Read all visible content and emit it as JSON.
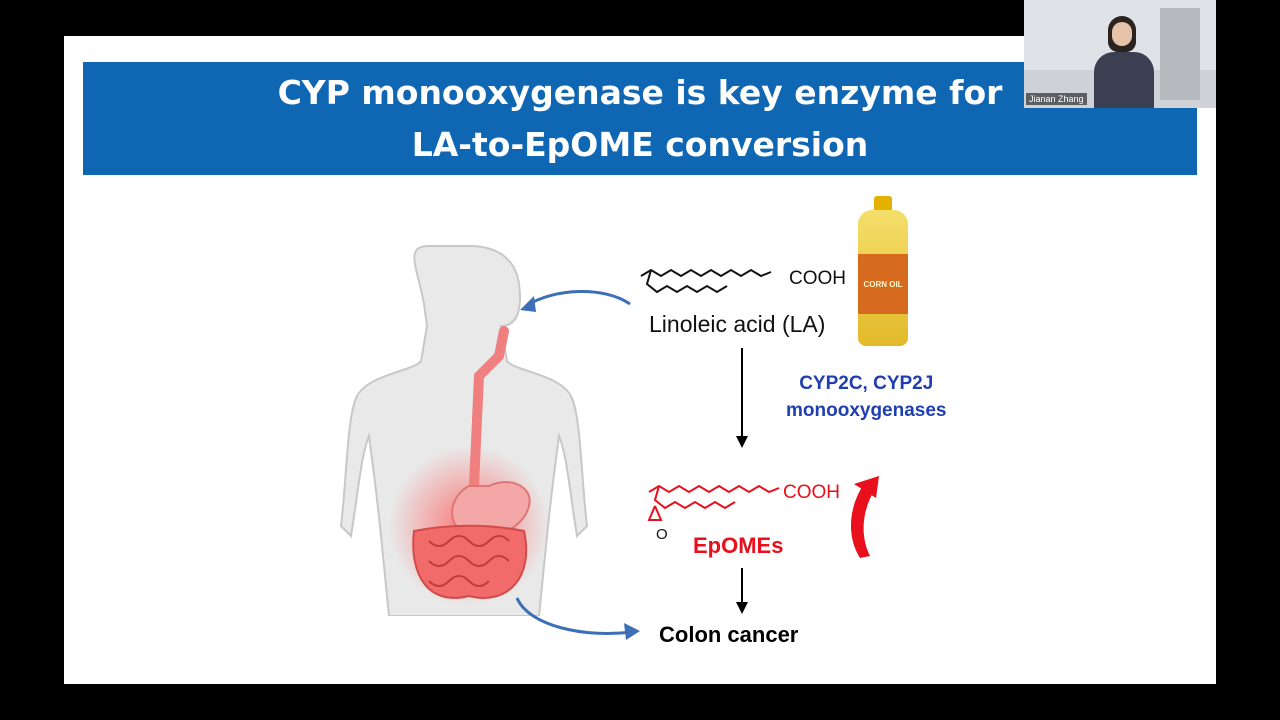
{
  "slide": {
    "title": "CYP monooxygenase is key enzyme for\nLA-to-EpOME conversion",
    "la_label": "Linoleic acid (LA)",
    "cooh_top": "COOH",
    "cooh_bottom": "COOH",
    "corn_oil_label": "CORN OIL",
    "cyp_label": "CYP2C, CYP2J\nmonooxygenases",
    "epoxide_o": "O",
    "epome_label": "EpOMEs",
    "colon_label": "Colon cancer"
  },
  "participant": {
    "name": "Jianan Zhang"
  },
  "colors": {
    "title_bg": "#0f66b3",
    "enzyme_text": "#1f3fb0",
    "epome_red": "#e8101c",
    "arrow_blue": "#3d6fb6"
  }
}
